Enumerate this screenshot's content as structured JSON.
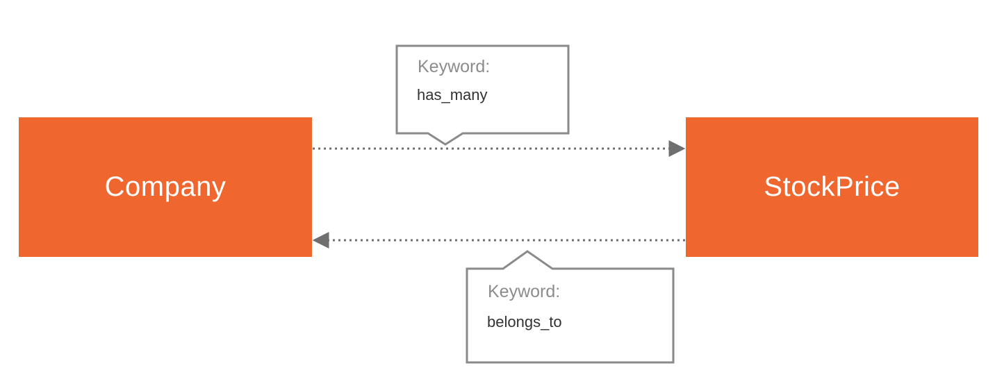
{
  "entities": {
    "left": "Company",
    "right": "StockPrice"
  },
  "relations": [
    {
      "keyword_label": "Keyword:",
      "keyword": "has_many"
    },
    {
      "keyword_label": "Keyword:",
      "keyword": "belongs_to"
    }
  ],
  "colors": {
    "entity_fill": "#f0662f",
    "entity_text": "#ffffff",
    "connector": "#6f6f6f",
    "callout_border": "#8a8a8a",
    "keyword_label": "#8c8c8c",
    "keyword_value": "#333333"
  }
}
